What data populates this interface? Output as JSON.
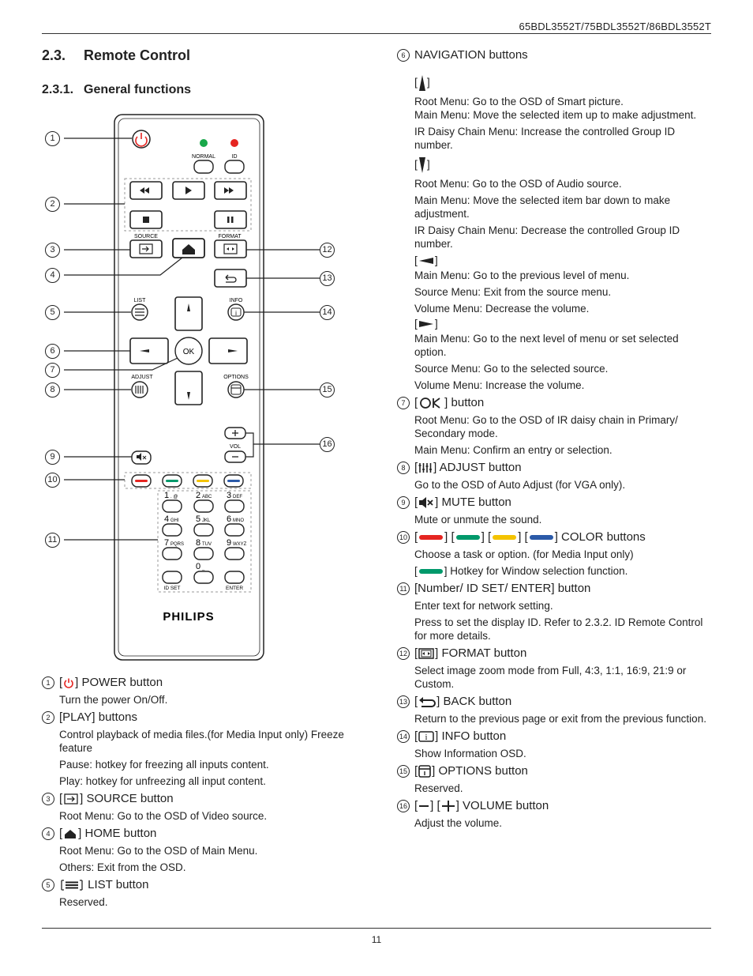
{
  "header": {
    "model": "65BDL3552T/75BDL3552T/86BDL3552T"
  },
  "section": {
    "number": "2.3.",
    "title": "Remote Control"
  },
  "subsection": {
    "number": "2.3.1.",
    "title": "General functions"
  },
  "remote": {
    "labels": {
      "normal": "NORMAL",
      "id": "ID",
      "source": "SOURCE",
      "format": "FORMAT",
      "list": "LIST",
      "info": "INFO",
      "ok": "OK",
      "adjust": "ADJUST",
      "options": "OPTIONS",
      "vol": "VOL",
      "id_set": "ID SET",
      "enter": "ENTER",
      "brand": "PHILIPS"
    },
    "keys": [
      {
        "n": "1",
        "l": ". @"
      },
      {
        "n": "2",
        "l": "ABC"
      },
      {
        "n": "3",
        "l": "DEF"
      },
      {
        "n": "4",
        "l": "GHI"
      },
      {
        "n": "5",
        "l": "JKL"
      },
      {
        "n": "6",
        "l": "MNO"
      },
      {
        "n": "7",
        "l": "PQRS"
      },
      {
        "n": "8",
        "l": "TUV"
      },
      {
        "n": "9",
        "l": "WXYZ"
      },
      {
        "n": "0",
        "l": "_"
      }
    ],
    "callouts": [
      "1",
      "2",
      "3",
      "4",
      "5",
      "6",
      "7",
      "8",
      "9",
      "10",
      "11",
      "12",
      "13",
      "14",
      "15",
      "16"
    ],
    "colors": {
      "red": "#e52521",
      "green": "#00996b",
      "yellow": "#f4c300",
      "blue": "#2b5aa8",
      "power": "#e52521",
      "led_green": "#19a84a",
      "led_red": "#e52521"
    }
  },
  "left_items": [
    {
      "num": "1",
      "icon": "power-icon",
      "title": "] POWER button",
      "desc": [
        "Turn the power On/Off."
      ]
    },
    {
      "num": "2",
      "title": "[PLAY] buttons",
      "desc": [
        "Control playback of media files.(for Media Input only) Freeze feature",
        "Pause: hotkey for freezing all inputs content.",
        "Play: hotkey for unfreezing all input content."
      ]
    },
    {
      "num": "3",
      "icon": "source-icon",
      "title": "] SOURCE button",
      "desc": [
        "Root Menu: Go to the OSD of Video source."
      ]
    },
    {
      "num": "4",
      "icon": "home-icon",
      "title": "] HOME button",
      "desc": [
        "Root Menu: Go to the OSD of Main Menu.",
        "Others: Exit from the OSD."
      ]
    },
    {
      "num": "5",
      "icon": "list-icon",
      "title": "LIST button",
      "desc": [
        "Reserved."
      ]
    }
  ],
  "right_items": {
    "nav_title": "NAVIGATION buttons",
    "nav_num": "6",
    "up": [
      "Root Menu: Go to the OSD of Smart picture.\nMain Menu: Move the selected item up to make adjustment.",
      "IR Daisy Chain Menu: Increase the controlled Group ID number."
    ],
    "down": [
      "Root Menu: Go to the OSD of Audio source.",
      "Main Menu: Move the selected item bar down to make adjustment.",
      "IR Daisy Chain Menu: Decrease the controlled Group ID number."
    ],
    "left": [
      "Main Menu: Go to the previous level of menu.",
      "Source Menu: Exit from the source menu.",
      "Volume Menu: Decrease the volume."
    ],
    "right": [
      "Main Menu: Go to the next level of menu or set selected option.",
      "Source Menu: Go to the selected source.",
      "Volume Menu: Increase the volume."
    ],
    "items": [
      {
        "num": "7",
        "title": "] button",
        "icon": "ok-icon",
        "desc": [
          "Root Menu: Go to the OSD of IR daisy chain in Primary/ Secondary mode.",
          "Main Menu: Confirm an entry or selection."
        ]
      },
      {
        "num": "8",
        "title": "] ADJUST button",
        "icon": "adjust-icon",
        "desc": [
          "Go to the OSD of Auto Adjust (for VGA only)."
        ]
      },
      {
        "num": "9",
        "title": "] MUTE button",
        "icon": "mute-icon",
        "desc": [
          "Mute or unmute the sound."
        ]
      },
      {
        "num": "10",
        "title": "] COLOR buttons",
        "icon": "color-icon",
        "desc": [
          "Choose a task or option. (for Media Input only)",
          "] Hotkey for Window selection function."
        ]
      },
      {
        "num": "11",
        "title": "[Number/ ID SET/ ENTER] button",
        "desc": [
          "Enter text for network setting.",
          "Press to set the display ID. Refer to 2.3.2. ID Remote Control for more details."
        ]
      },
      {
        "num": "12",
        "title": "] FORMAT button",
        "icon": "format-icon",
        "desc": [
          "Select image zoom mode from Full, 4:3, 1:1, 16:9, 21:9 or Custom."
        ]
      },
      {
        "num": "13",
        "title": "] BACK button",
        "icon": "back-icon",
        "desc": [
          "Return to the previous page or exit from the previous function."
        ]
      },
      {
        "num": "14",
        "title": "] INFO button",
        "icon": "info-icon",
        "desc": [
          "Show Information OSD."
        ]
      },
      {
        "num": "15",
        "title": "] OPTIONS button",
        "icon": "options-icon",
        "desc": [
          "Reserved."
        ]
      },
      {
        "num": "16",
        "title": "] VOLUME button",
        "icon": "volume-icon",
        "desc": [
          "Adjust the volume."
        ]
      }
    ]
  },
  "footer": {
    "page": "11"
  }
}
